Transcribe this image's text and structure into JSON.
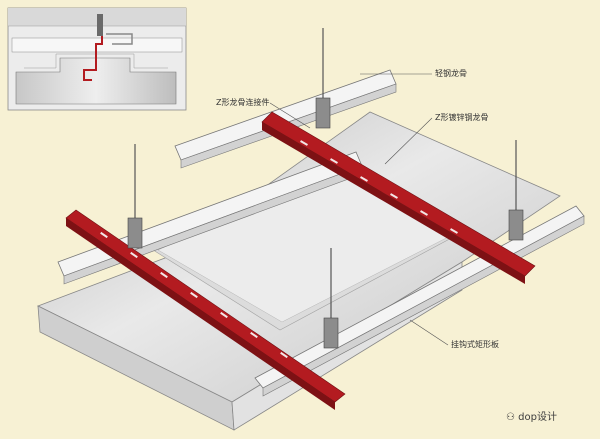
{
  "labels": {
    "light_steel_keel": "轻钢龙骨",
    "z_connector": "Z形龙骨连接件",
    "z_galvanized_keel": "Z形镀锌钢龙骨",
    "hook_panel": "挂钩式矩形板"
  },
  "watermark": {
    "text": "dop设计",
    "icon": "wechat-icon"
  },
  "colors": {
    "background": "#f7f1d4",
    "red_keel": "#b31b20",
    "panel": "#d8d8d8",
    "white_keel": "#f4f4f4"
  }
}
